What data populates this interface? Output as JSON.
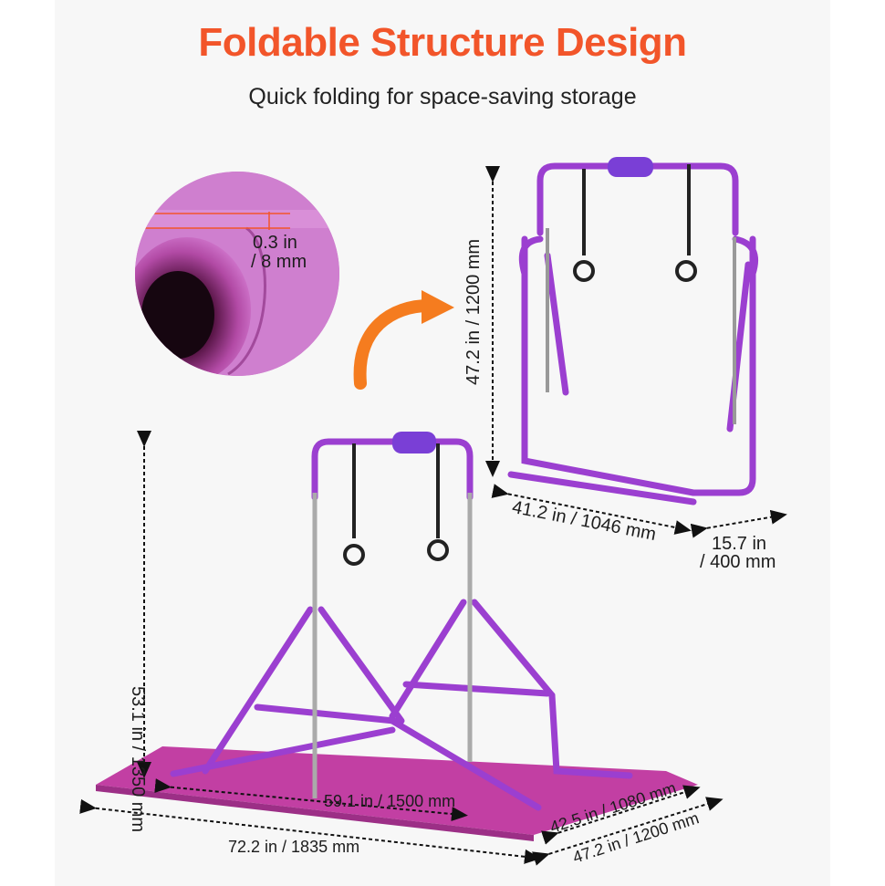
{
  "header": {
    "title": "Foldable Structure Design",
    "subtitle": "Quick folding for space-saving storage"
  },
  "mat_detail": {
    "thickness_in": "0.3 in",
    "thickness_mm": "/ 8 mm"
  },
  "folded_dimensions": {
    "height": "47.2 in / 1200 mm",
    "width": "41.2 in / 1046 mm",
    "depth_in": "15.7 in",
    "depth_mm": "/ 400 mm"
  },
  "unfolded_dimensions": {
    "height": "53.1 in / 1350 mm",
    "base_width": "59.1 in / 1500 mm",
    "mat_length": "72.2 in / 1835 mm",
    "base_depth": "42.5 in / 1080 mm",
    "mat_width": "47.2 in / 1200 mm"
  },
  "colors": {
    "accent": "#f2552a",
    "frame_purple": "#9b3fd0",
    "mat_pink": "#c23fa3",
    "arrow_orange": "#f57c1f"
  }
}
